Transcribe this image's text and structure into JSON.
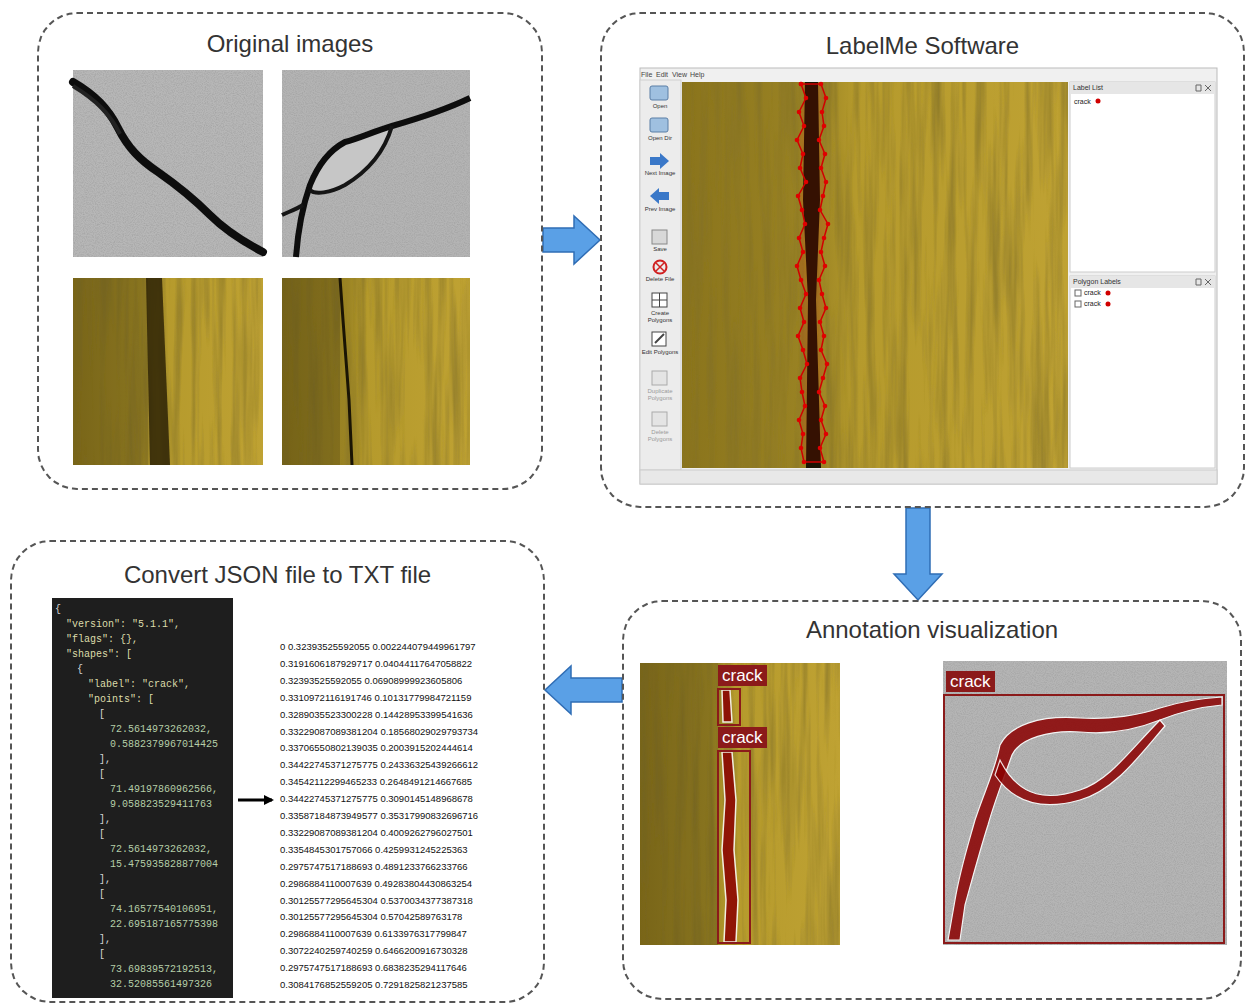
{
  "diagram": {
    "nodes": [
      {
        "text": [
          "Original images"
        ]
      },
      {
        "text": [
          "LabelMe Software"
        ]
      },
      {
        "text": [
          "Convert JSON file to TXT file"
        ]
      },
      {
        "text": [
          "Annotation visualization"
        ]
      }
    ],
    "edges": [
      {
        "from": 0,
        "to": 1,
        "arrow": "to"
      },
      {
        "from": 1,
        "to": 3,
        "arrow": "to"
      },
      {
        "from": 3,
        "to": 2,
        "arrow": "to"
      }
    ],
    "labels": [
      "File",
      "Edit",
      "View",
      "Help",
      "Open",
      "Open Dir",
      "Next Image",
      "Prev Image",
      "Save",
      "Delete File",
      "Create Polygons",
      "Edit Polygons",
      "Duplicate Polygons",
      "Delete Polygons",
      "Label List",
      "crack",
      "Polygon Labels",
      "crack",
      "crack",
      "crack",
      "crack",
      "crack",
      "{",
      "\"version\": \"5.1.1\",",
      "\"flags\": {},",
      "\"shapes\": [",
      "{",
      "\"label\": \"crack\",",
      "\"points\": [",
      "[",
      "72.5614973262032,",
      "0.5882379967014425",
      "],",
      "[",
      "71.49197860962566,",
      "9.058823529411763",
      "],",
      "[",
      "72.5614973262032,",
      "15.475935828877004",
      "],",
      "[",
      "74.16577540106951,",
      "22.695187165775398",
      "],",
      "[",
      "73.69839572192513,",
      "32.52085561497326",
      "0 0.32393525592055 0.002244079449961797",
      "0.3191606187929717 0.04044117647058822",
      "0.32393525592055 0.06908999923605806",
      "0.3310972116191746 0.10131779984721159",
      "0.3289035523300228 0.14428953399541636",
      "0.33229087089381204 0.18568029029793734",
      "0.33706550802139035 0.2003915202444614",
      "0.34422745371275775 0.24336325439266612",
      "0.34542112299465233 0.2648491214667685",
      "0.34422745371275775 0.3090145148968678",
      "0.33587184873949577 0.35317990832696716",
      "0.33229087089381204 0.4009262796027501",
      "0.3354845301757066 0.4259931245225363",
      "0.2975747517188693 0.4891233766233766",
      "0.2986884110007639 0.49283804430863254",
      "0.30125577295645304 0.5370034377387318",
      "0.30125577295645304 0.57042589763178",
      "0.2986884110007639 0.6133976317799847",
      "0.3072240259740259 0.6466200916730328",
      "0.2975747517188693 0.6838235294117646",
      "0.3084176852559205 0.7291825821237585"
    ]
  }
}
